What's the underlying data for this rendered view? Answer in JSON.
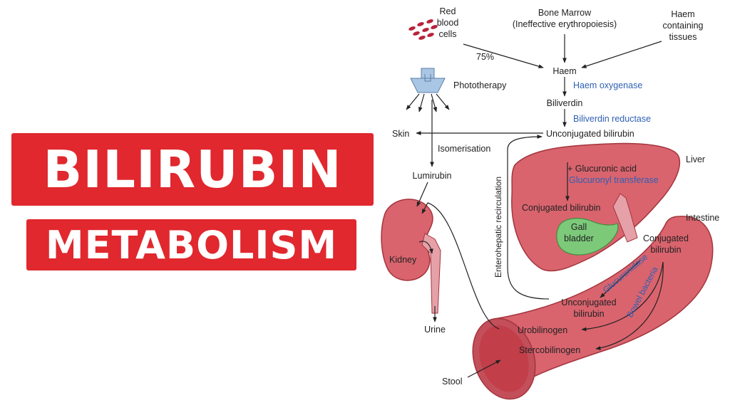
{
  "titles": {
    "line1": "BILIRUBIN",
    "line2": "METABOLISM"
  },
  "colors": {
    "banner": "#e0282e",
    "organ": "#d9646e",
    "organ_stroke": "#a3343c",
    "gall_bladder": "#7cc97a",
    "enzyme_text": "#2f5fb4",
    "blood_cells": "#b8223a",
    "lamp": "#a9c6e4"
  },
  "sources": {
    "rbc": [
      "Red",
      "blood",
      "cells"
    ],
    "rbc_percent": "75%",
    "bone_marrow": [
      "Bone Marrow",
      "(Ineffective erythropoiesis)"
    ],
    "haem_tissues": [
      "Haem",
      "containing",
      "tissues"
    ]
  },
  "pathway": {
    "haem": "Haem",
    "haem_oxygenase": "Haem oxygenase",
    "biliverdin": "Biliverdin",
    "biliverdin_reductase": "Biliverdin reductase",
    "unconjugated_bilirubin": "Unconjugated bilirubin"
  },
  "phototherapy": {
    "label": "Phototherapy",
    "skin": "Skin",
    "isomerisation": "Isomerisation",
    "lumirubin": "Lumirubin",
    "kidney": "Kidney",
    "urine": "Urine"
  },
  "liver": {
    "label": "Liver",
    "glucuronic_acid": "+ Glucuronic acid",
    "transferase": "Glucuronyl transferase",
    "conjugated_bilirubin": "Conjugated bilirubin",
    "gall_bladder": [
      "Gall",
      "bladder"
    ]
  },
  "intestine": {
    "label": "Intestine",
    "conjugated_bilirubin": [
      "Conjugated",
      "bilirubin"
    ],
    "glucuronidase": "Glucuronidase",
    "bowel_bacteria": "Bowel bacteria",
    "unconjugated_bilirubin": [
      "Unconjugated",
      "bilirubin"
    ],
    "urobilinogen": "Urobilinogen",
    "stercobilinogen": "Stercobilinogen",
    "stool": "Stool"
  },
  "enterohepatic": "Enterohepatic recirculation"
}
